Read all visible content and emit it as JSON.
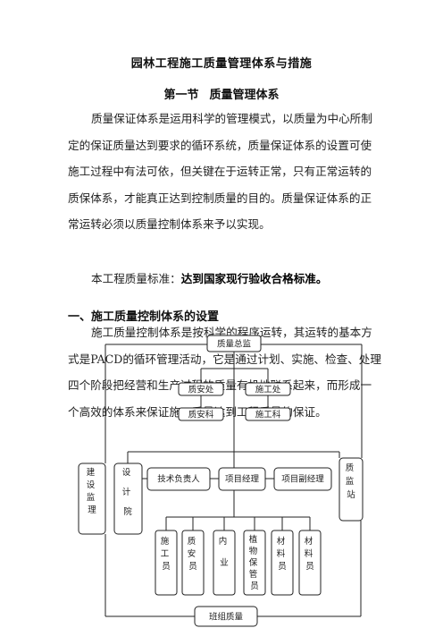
{
  "document": {
    "title": "园林工程施工质量管理体系与措施",
    "section_number": "第一节",
    "section_title": "质量管理体系",
    "paragraph1": "质量保证体系是运用科学的管理模式，以质量为中心所制定的保证质量达到要求的循环系统，质量保证体系的设置可使施工过程中有法可依，但关键在于运转正常，只有正常运转的质保体系，才能真正达到控制质量的目的。质量保证体系的正常运转必须以质量控制体系来予以实现。",
    "standard_label": "本工程质量标准：",
    "standard_value": "达到国家现行验收合格标准。",
    "heading1": "一、施工质量控制体系的设置",
    "paragraph3": "施工质量控制体系是按科学的程序运转，其运转的基本方式是PACD的循环管理活动，它是通过计划、实施、检查、处理四个阶段把经营和生产过程的质量有机地联系起来，而形成一个高效的体系来保证施工质量达到工程质量的保证。"
  },
  "org_chart": {
    "top": "质量总监",
    "level2_left": "质安处",
    "level2_right": "施工处",
    "level3_left": "质安科",
    "level3_right": "施工科",
    "side_left_1": [
      "建",
      "设",
      "监",
      "理"
    ],
    "side_left_2": [
      "设",
      "计",
      "院"
    ],
    "side_right": [
      "质",
      "监",
      "站"
    ],
    "managers": [
      "技术负责人",
      "项目经理",
      "项目副经理"
    ],
    "staff": [
      [
        "施",
        "工",
        "员"
      ],
      [
        "质",
        "安",
        "员"
      ],
      [
        "内",
        "业"
      ],
      [
        "植",
        "物",
        "保",
        "管",
        "员"
      ],
      [
        "材",
        "料",
        "员"
      ],
      [
        "材",
        "料",
        "员"
      ]
    ],
    "bottom": "班组质量"
  }
}
